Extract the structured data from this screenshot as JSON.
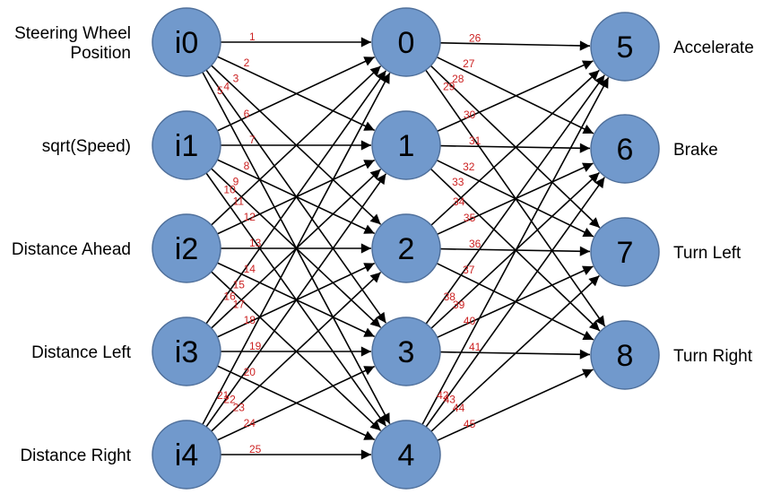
{
  "colors": {
    "node_fill": "#7199cc",
    "node_stroke": "#4f6f9a",
    "edge": "#000000",
    "edge_label": "#cc2222"
  },
  "input_layer": {
    "nodes": [
      {
        "id": "i0",
        "label": "i0",
        "description": [
          "Steering Wheel",
          "Position"
        ]
      },
      {
        "id": "i1",
        "label": "i1",
        "description": [
          "sqrt(Speed)"
        ]
      },
      {
        "id": "i2",
        "label": "i2",
        "description": [
          "Distance Ahead"
        ]
      },
      {
        "id": "i3",
        "label": "i3",
        "description": [
          "Distance Left"
        ]
      },
      {
        "id": "i4",
        "label": "i4",
        "description": [
          "Distance Right"
        ]
      }
    ]
  },
  "hidden_layer": {
    "nodes": [
      {
        "id": "0",
        "label": "0"
      },
      {
        "id": "1",
        "label": "1"
      },
      {
        "id": "2",
        "label": "2"
      },
      {
        "id": "3",
        "label": "3"
      },
      {
        "id": "4",
        "label": "4"
      }
    ]
  },
  "output_layer": {
    "nodes": [
      {
        "id": "5",
        "label": "5",
        "description": [
          "Accelerate"
        ]
      },
      {
        "id": "6",
        "label": "6",
        "description": [
          "Brake"
        ]
      },
      {
        "id": "7",
        "label": "7",
        "description": [
          "Turn Left"
        ]
      },
      {
        "id": "8",
        "label": "8",
        "description": [
          "Turn Right"
        ]
      }
    ]
  },
  "connections": [
    {
      "from": "i0",
      "to": "0",
      "label": "1"
    },
    {
      "from": "i0",
      "to": "1",
      "label": "2"
    },
    {
      "from": "i0",
      "to": "2",
      "label": "3"
    },
    {
      "from": "i0",
      "to": "3",
      "label": "4"
    },
    {
      "from": "i0",
      "to": "4",
      "label": "5"
    },
    {
      "from": "i1",
      "to": "0",
      "label": "6"
    },
    {
      "from": "i1",
      "to": "1",
      "label": "7"
    },
    {
      "from": "i1",
      "to": "2",
      "label": "8"
    },
    {
      "from": "i1",
      "to": "3",
      "label": "9"
    },
    {
      "from": "i1",
      "to": "4",
      "label": "10"
    },
    {
      "from": "i2",
      "to": "0",
      "label": "11"
    },
    {
      "from": "i2",
      "to": "1",
      "label": "12"
    },
    {
      "from": "i2",
      "to": "2",
      "label": "13"
    },
    {
      "from": "i2",
      "to": "3",
      "label": "14"
    },
    {
      "from": "i2",
      "to": "4",
      "label": "15"
    },
    {
      "from": "i3",
      "to": "0",
      "label": "16"
    },
    {
      "from": "i3",
      "to": "1",
      "label": "17"
    },
    {
      "from": "i3",
      "to": "2",
      "label": "18"
    },
    {
      "from": "i3",
      "to": "3",
      "label": "19"
    },
    {
      "from": "i3",
      "to": "4",
      "label": "20"
    },
    {
      "from": "i4",
      "to": "0",
      "label": "21"
    },
    {
      "from": "i4",
      "to": "1",
      "label": "22"
    },
    {
      "from": "i4",
      "to": "2",
      "label": "23"
    },
    {
      "from": "i4",
      "to": "3",
      "label": "24"
    },
    {
      "from": "i4",
      "to": "4",
      "label": "25"
    },
    {
      "from": "0",
      "to": "5",
      "label": "26"
    },
    {
      "from": "0",
      "to": "6",
      "label": "27"
    },
    {
      "from": "0",
      "to": "7",
      "label": "28"
    },
    {
      "from": "0",
      "to": "8",
      "label": "29"
    },
    {
      "from": "1",
      "to": "5",
      "label": "30"
    },
    {
      "from": "1",
      "to": "6",
      "label": "31"
    },
    {
      "from": "1",
      "to": "7",
      "label": "32"
    },
    {
      "from": "1",
      "to": "8",
      "label": "33"
    },
    {
      "from": "2",
      "to": "5",
      "label": "34"
    },
    {
      "from": "2",
      "to": "6",
      "label": "35"
    },
    {
      "from": "2",
      "to": "7",
      "label": "36"
    },
    {
      "from": "2",
      "to": "8",
      "label": "37"
    },
    {
      "from": "3",
      "to": "5",
      "label": "38"
    },
    {
      "from": "3",
      "to": "6",
      "label": "39"
    },
    {
      "from": "3",
      "to": "7",
      "label": "40"
    },
    {
      "from": "3",
      "to": "8",
      "label": "41"
    },
    {
      "from": "4",
      "to": "5",
      "label": "42"
    },
    {
      "from": "4",
      "to": "6",
      "label": "43"
    },
    {
      "from": "4",
      "to": "7",
      "label": "44"
    },
    {
      "from": "4",
      "to": "8",
      "label": "45"
    }
  ]
}
